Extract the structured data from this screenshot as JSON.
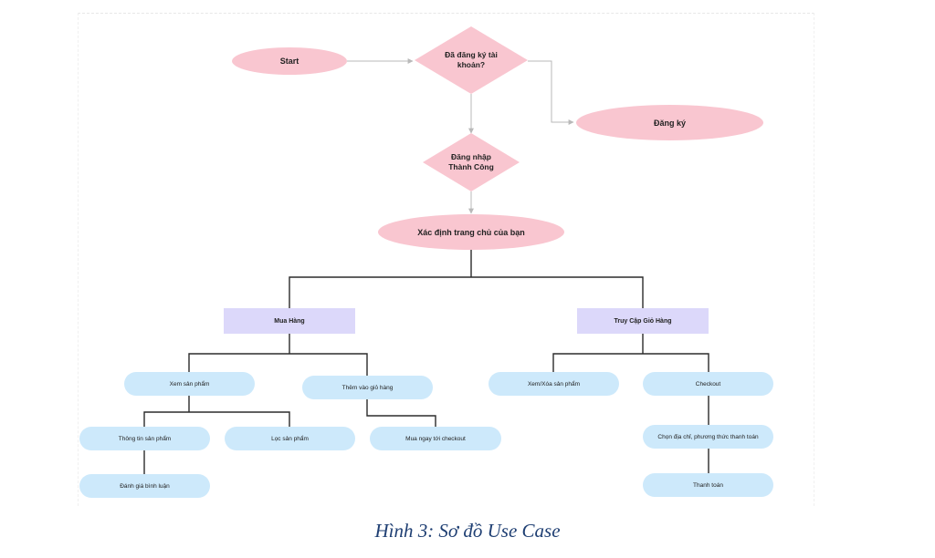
{
  "diagram": {
    "start": "Start",
    "decision_account": "Đã đăng ký tài khoản?",
    "register": "Đăng ký",
    "login_success": "Đăng nhập Thành Công",
    "home": "Xác định trang chủ của bạn",
    "shop": "Mua Hàng",
    "cart_access": "Truy Cập Giỏ Hàng",
    "view_products": "Xem sản phẩm",
    "add_to_cart": "Thêm vào giỏ hàng",
    "view_delete_products": "Xem/Xóa sản phẩm",
    "checkout": "Checkout",
    "product_info": "Thông tin sản phẩm",
    "filter_products": "Lọc sản phẩm",
    "buy_now_checkout": "Mua ngay tới checkout",
    "choose_address_payment": "Chọn địa chỉ, phương thức thanh toán",
    "review_comment": "Đánh giá bình luận",
    "payment": "Thanh toán"
  },
  "caption": "Hình 3: Sơ đồ Use Case",
  "colors": {
    "pink": "#f9c6d0",
    "lavender": "#dcd8fa",
    "light_blue": "#cde9fb",
    "connector": "#222222",
    "arrow": "#b9b9b9",
    "caption": "#1f3f73"
  }
}
